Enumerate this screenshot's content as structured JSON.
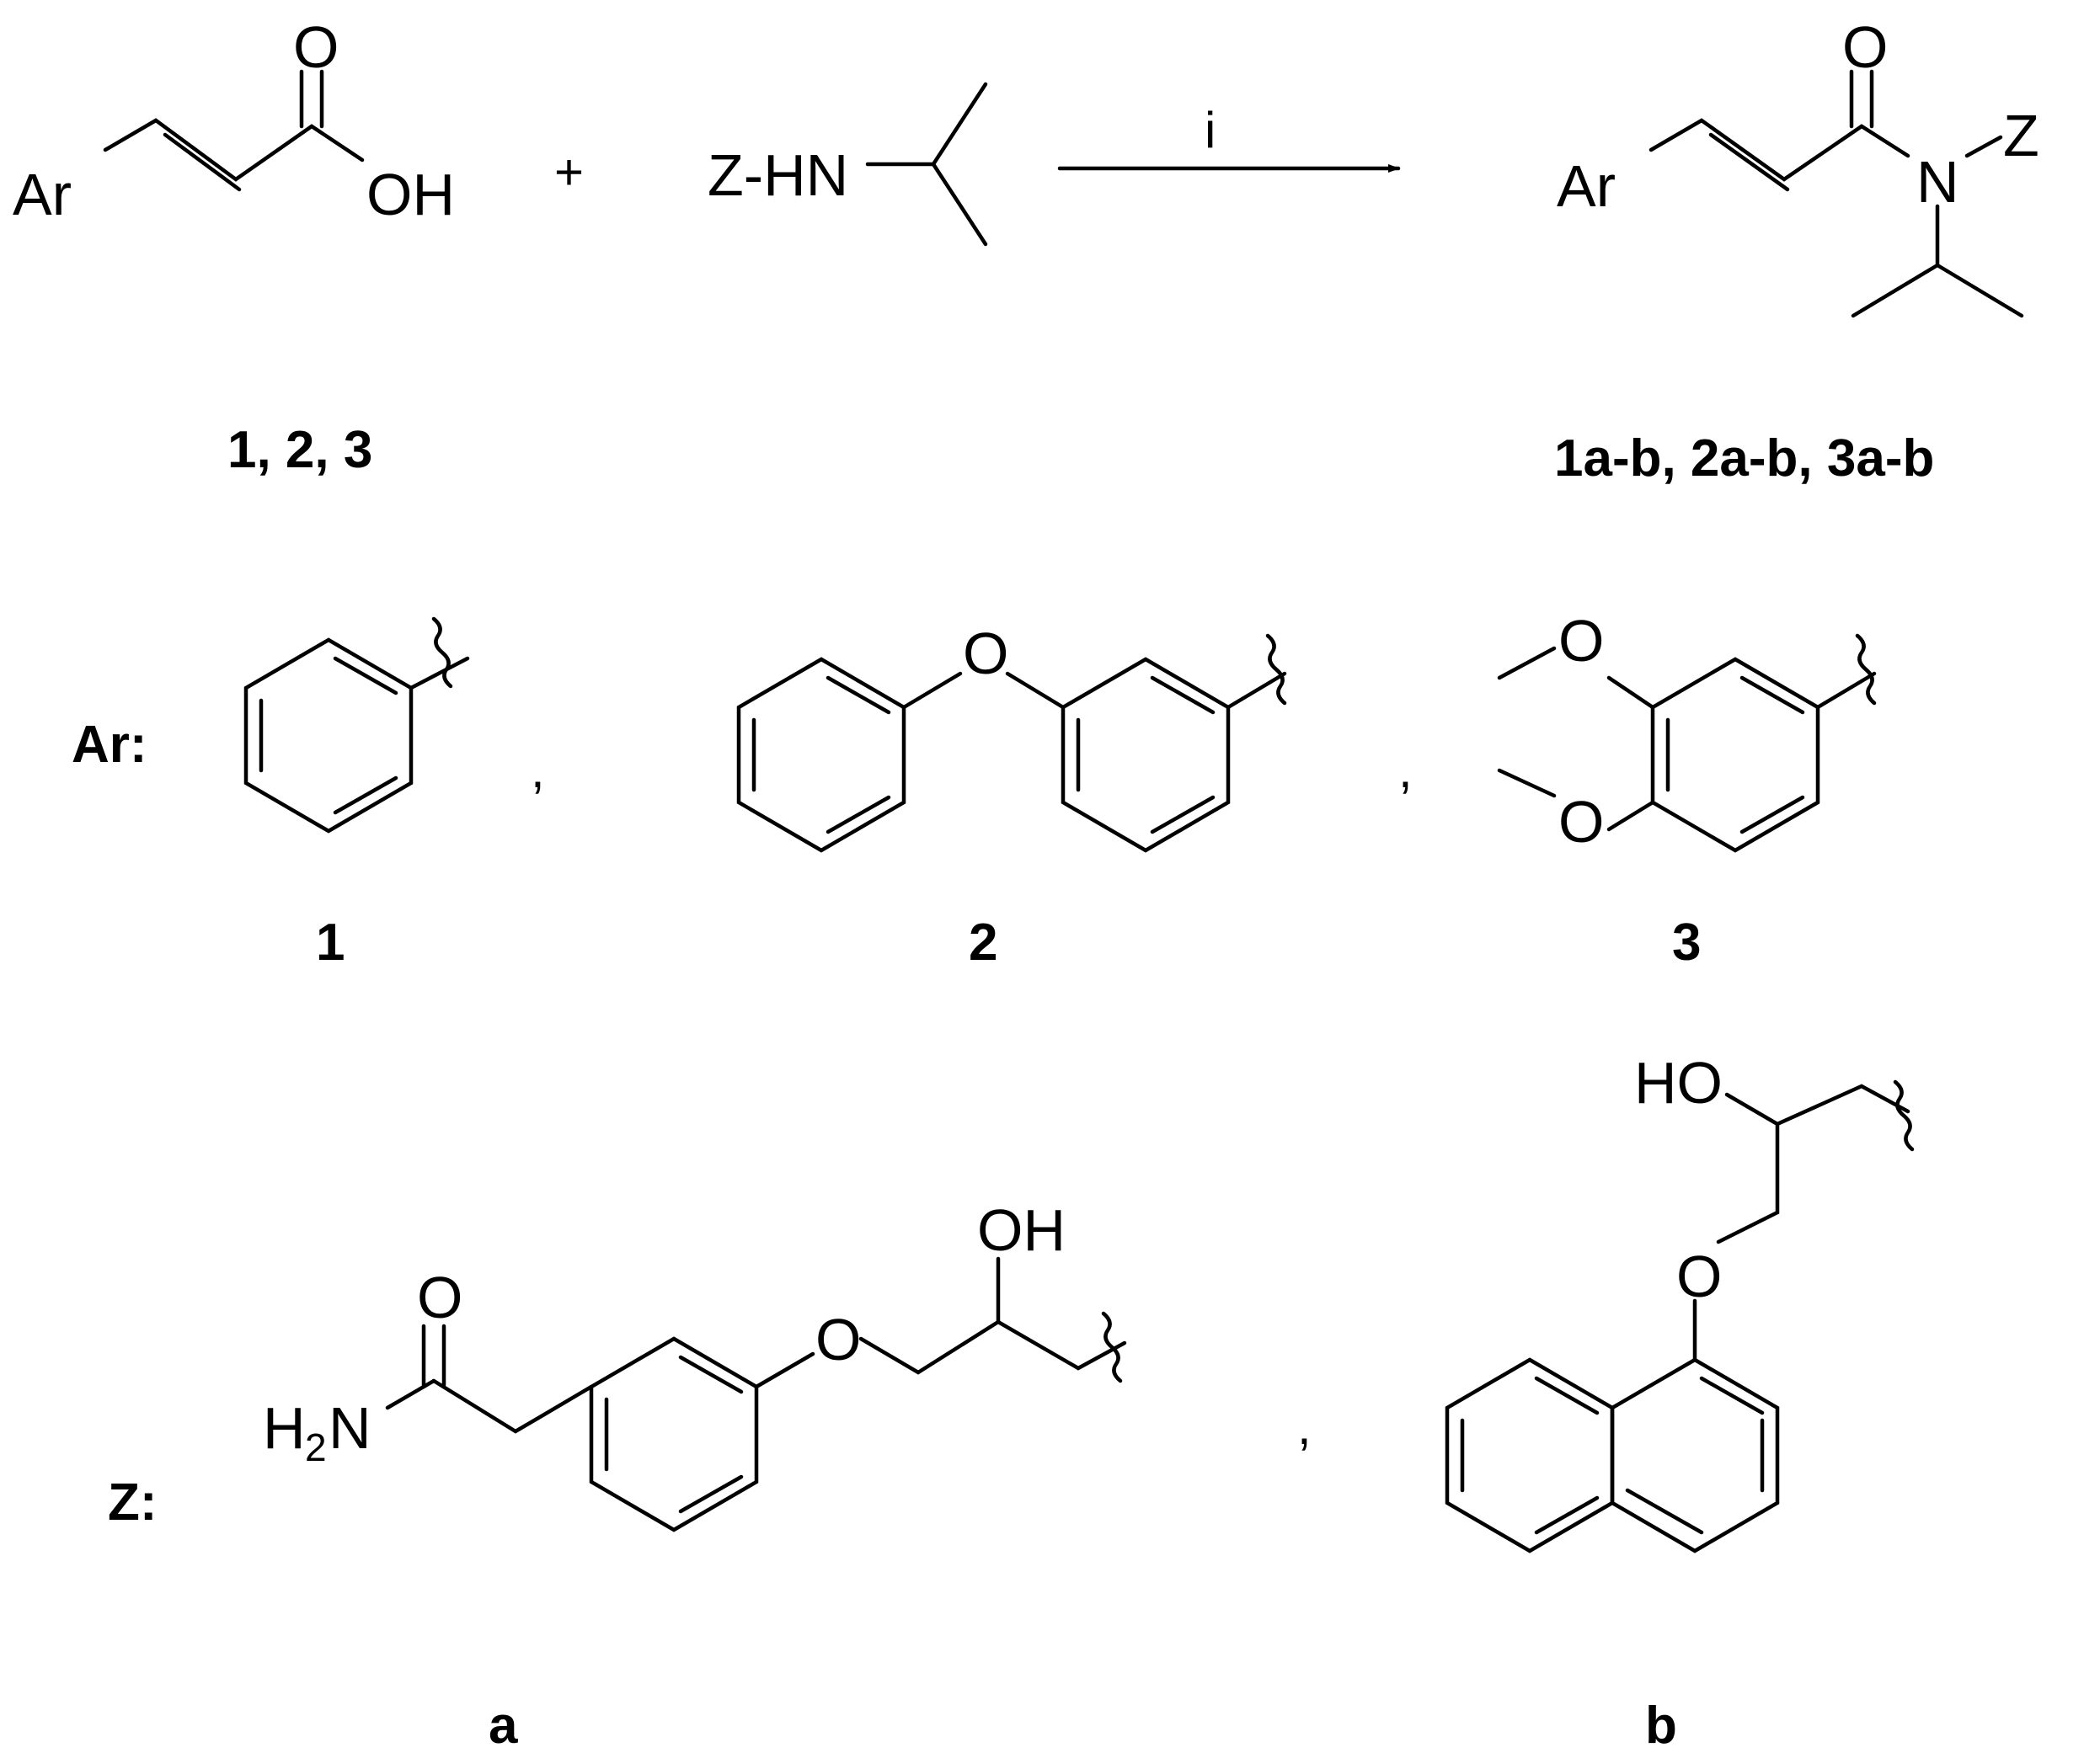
{
  "atoms": {
    "ar": "Ar",
    "o": "O",
    "oh": "OH",
    "ho": "HO",
    "n": "N",
    "z": "Z",
    "z_hn": "Z-HN",
    "h": "H",
    "two": "2",
    "n2": "N"
  },
  "plus": "+",
  "reagent": "i",
  "comma": ",",
  "labels": {
    "reactants": "1, 2, 3",
    "products": "1a-b, 2a-b, 3a-b",
    "ar_header": "Ar:",
    "z_header": "Z:",
    "c1": "1",
    "c2": "2",
    "c3": "3",
    "ca": "a",
    "cb": "b"
  }
}
